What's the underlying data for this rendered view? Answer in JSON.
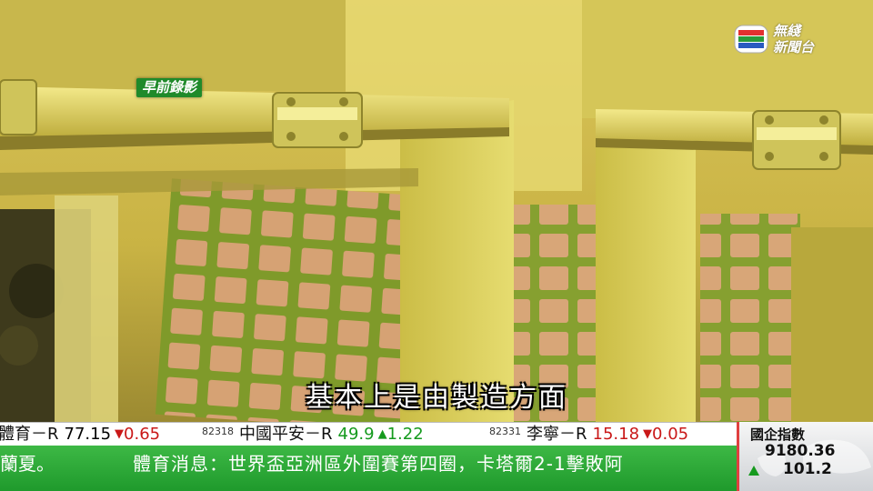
{
  "overlay": {
    "archive_label": "早前錄影",
    "subtitle": "基本上是由製造方面"
  },
  "logo": {
    "text": "無綫\n新聞台"
  },
  "ticker": {
    "items": [
      {
        "code": "",
        "name": "體育－R",
        "price": "77.15",
        "change": "0.65",
        "direction": "down"
      },
      {
        "code": "82318",
        "name": "中國平安－R",
        "price": "49.9",
        "change": "1.22",
        "direction": "up"
      },
      {
        "code": "82331",
        "name": "李寧－R",
        "price": "15.18",
        "change": "0.05",
        "direction": "down"
      }
    ]
  },
  "news": {
    "left_fragment": "蘭夏。",
    "headline": "體育消息：世界盃亞洲區外圍賽第四圈，卡塔爾2-1擊敗阿"
  },
  "index_panel": {
    "title": "國企指數",
    "value": "9180.36",
    "change": "101.2",
    "direction": "up"
  },
  "colors": {
    "news_green": "#2aa838",
    "down_red": "#c91818",
    "up_green": "#159a1e",
    "archive_label_green": "#1f8a2a"
  }
}
